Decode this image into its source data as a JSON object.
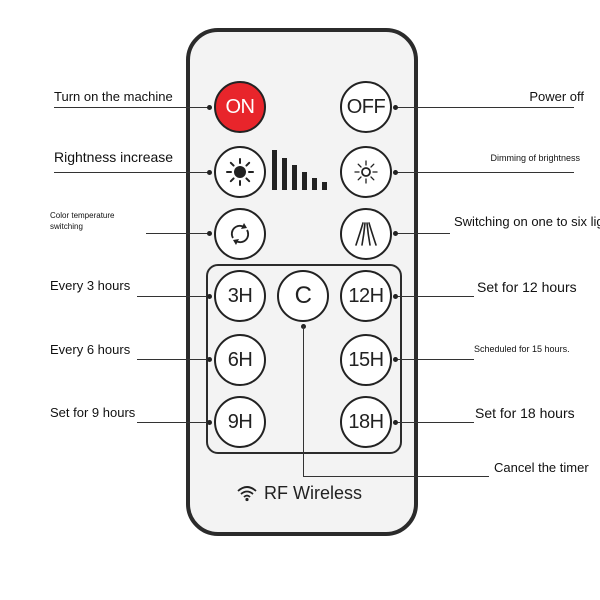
{
  "buttons": {
    "on": "ON",
    "off": "OFF",
    "cancel": "C",
    "t3": "3H",
    "t6": "6H",
    "t9": "9H",
    "t12": "12H",
    "t15": "15H",
    "t18": "18H"
  },
  "brand_text": "RF Wireless",
  "labels": {
    "turn_on": "Turn on the machine",
    "power_off": "Power off",
    "brightness_increase": "Rightness increase",
    "dimming": "Dimming of brightness",
    "color_temp_line1": "Color temperature",
    "color_temp_line2": "switching",
    "switching_lights": "Switching on one to six lights",
    "every3": "Every 3 hours",
    "every6": "Every 6 hours",
    "set9": "Set for 9 hours",
    "set12": "Set for 12 hours",
    "sched15": "Scheduled for 15 hours.",
    "set18": "Set for 18 hours",
    "cancel_timer": "Cancel the timer"
  },
  "colors": {
    "on_button": "#e8252b",
    "outline": "#2b2b2b"
  },
  "icons": [
    "sun-large-icon",
    "sun-small-icon",
    "brightness-bars-icon",
    "cycle-arrows-icon",
    "light-beams-icon",
    "wifi-icon"
  ]
}
